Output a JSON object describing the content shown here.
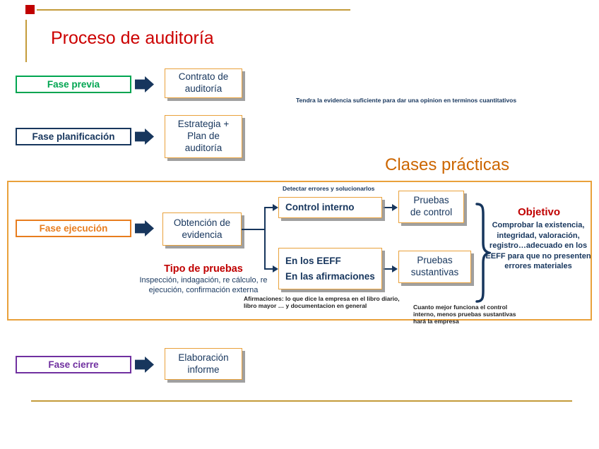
{
  "title": "Proceso de auditoría",
  "section_heading": "Clases prácticas",
  "colors": {
    "accent_gold": "#C49B3A",
    "title_red": "#CC0000",
    "heading_orange": "#CC6600",
    "navy": "#17365D",
    "phase_green": "#00A551",
    "phase_orange": "#E87D1E",
    "phase_purple": "#7030A0",
    "box_border_orange": "#E9A13B",
    "deco_red_square": "#C00000"
  },
  "notes": {
    "evidencia": "Tendra la evidencia suficiente para dar una opinion en terminos cuantitativos",
    "detectar": "Detectar errores y solucionarlos",
    "afirmaciones": "Afirmaciones: lo que dice la empresa en el libro diario, libro mayor … y documentacion en general",
    "control_sustantivas": "Cuanto mejor funciona el control interno, menos pruebas sustantivas hará la empresa"
  },
  "phases": {
    "previa": {
      "label": "Fase previa",
      "result": "Contrato de\nauditoría"
    },
    "planificacion": {
      "label": "Fase planificación",
      "result": "Estrategia +\nPlan de\nauditoría"
    },
    "ejecucion": {
      "label": "Fase ejecución",
      "result": "Obtención de\nevidencia"
    },
    "cierre": {
      "label": "Fase cierre",
      "result": "Elaboración\ninforme"
    }
  },
  "ejecucion_detail": {
    "control_interno": "Control interno",
    "en_los_eeff": "En los EEFF",
    "en_las_afirmaciones": "En las afirmaciones",
    "pruebas_control": "Pruebas\nde control",
    "pruebas_sustantivas": "Pruebas\nsustantivas",
    "tipo_pruebas_title": "Tipo de pruebas",
    "tipo_pruebas_text": "Inspección, indagación, re cálculo, re ejecución, confirmación externa",
    "objetivo_title": "Objetivo",
    "objetivo_text": "Comprobar la existencia, integridad, valoración, registro…adecuado en los EEFF para que no presenten errores materiales"
  }
}
